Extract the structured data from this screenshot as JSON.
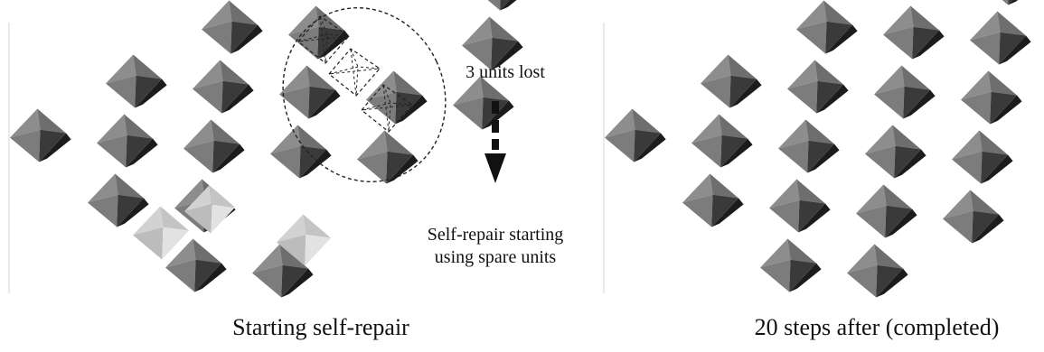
{
  "figure": {
    "annotations": {
      "units_lost": "3 units lost",
      "self_repair_line1": "Self-repair starting",
      "self_repair_line2": "using spare units"
    },
    "captions": {
      "left": "Starting self-repair",
      "right": "20 steps after (completed)"
    },
    "colors": {
      "unit_face_light": "#8d8d8d",
      "unit_face_mid": "#6e6e6e",
      "unit_face_dark": "#3a3a3a",
      "unit_shadow": "#1c1c1c",
      "spare_unit": "#d2d2d2",
      "frame_line": "#cfcfcf"
    }
  }
}
